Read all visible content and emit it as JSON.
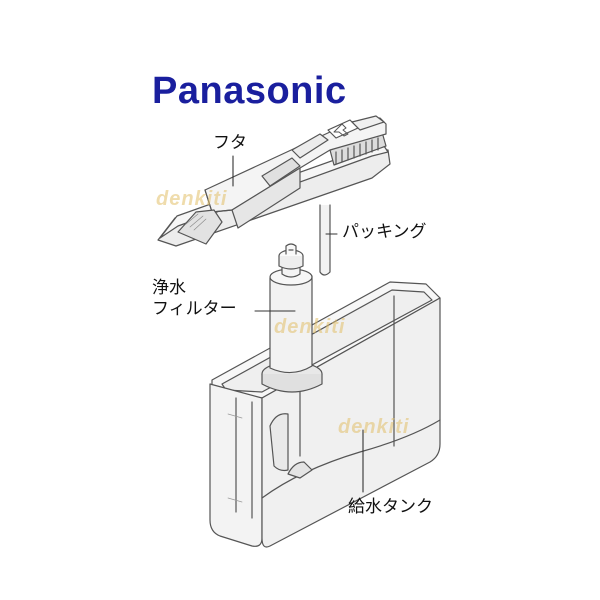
{
  "brand": {
    "name": "Panasonic",
    "color": "#1a1f9e"
  },
  "parts": {
    "lid": "フタ",
    "packing": "パッキング",
    "filter_line1": "浄水",
    "filter_line2": "フィルター",
    "tank": "給水タンク"
  },
  "watermark": {
    "text": "denkiti",
    "color": "#e3c06a"
  }
}
